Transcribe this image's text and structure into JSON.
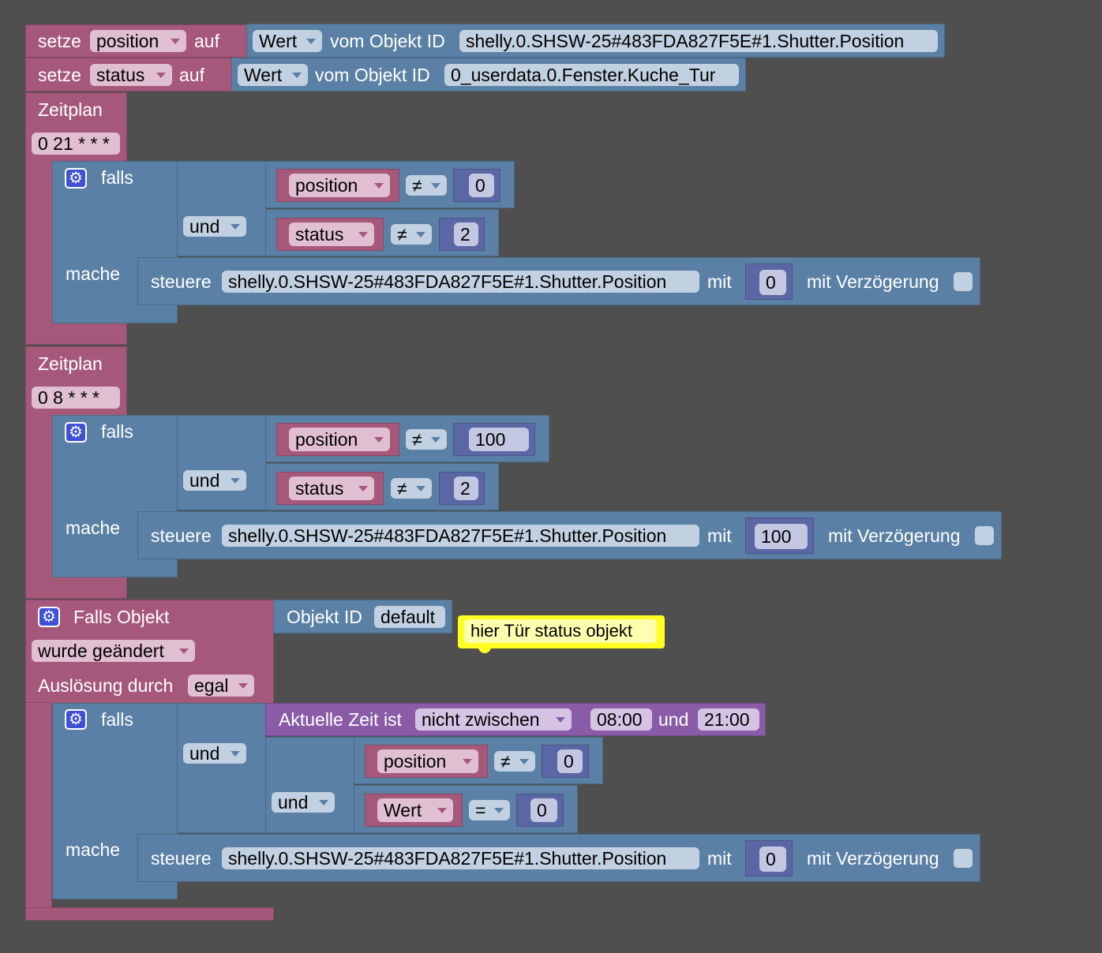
{
  "set_position": {
    "setze": "setze",
    "var": "position",
    "auf": "auf",
    "wert": "Wert",
    "vom": "vom Objekt ID",
    "oid": "shelly.0.SHSW-25#483FDA827F5E#1.Shutter.Position"
  },
  "set_status": {
    "setze": "setze",
    "var": "status",
    "auf": "auf",
    "wert": "Wert",
    "vom": "vom Objekt ID",
    "oid": "0_userdata.0.Fenster.Kuche_Tur"
  },
  "schedule1": {
    "title": "Zeitplan",
    "cron": "0 21 * * *",
    "falls": "falls",
    "mache": "mache",
    "und": "und",
    "c1": {
      "var": "position",
      "op": "≠",
      "val": "0"
    },
    "c2": {
      "var": "status",
      "op": "≠",
      "val": "2"
    },
    "action": {
      "steuere": "steuere",
      "oid": "shelly.0.SHSW-25#483FDA827F5E#1.Shutter.Position",
      "mit": "mit",
      "val": "0",
      "delay": "mit Verzögerung"
    }
  },
  "schedule2": {
    "title": "Zeitplan",
    "cron": "0 8 * * *",
    "falls": "falls",
    "mache": "mache",
    "und": "und",
    "c1": {
      "var": "position",
      "op": "≠",
      "val": "100"
    },
    "c2": {
      "var": "status",
      "op": "≠",
      "val": "2"
    },
    "action": {
      "steuere": "steuere",
      "oid": "shelly.0.SHSW-25#483FDA827F5E#1.Shutter.Position",
      "mit": "mit",
      "val": "100",
      "delay": "mit Verzögerung"
    }
  },
  "trigger": {
    "title": "Falls Objekt",
    "oid_label": "Objekt ID",
    "oid": "default",
    "comment": "hier Tür status objekt",
    "mode": "wurde geändert",
    "ausl": "Auslösung durch",
    "egal": "egal",
    "falls": "falls",
    "mache": "mache",
    "und": "und",
    "und2": "und",
    "time": {
      "label": "Aktuelle Zeit ist",
      "mode": "nicht zwischen",
      "from": "08:00",
      "und": "und",
      "to": "21:00"
    },
    "c1": {
      "var": "position",
      "op": "≠",
      "val": "0"
    },
    "c2": {
      "var": "Wert",
      "op": "=",
      "val": "0"
    },
    "action": {
      "steuere": "steuere",
      "oid": "shelly.0.SHSW-25#483FDA827F5E#1.Shutter.Position",
      "mit": "mit",
      "val": "0",
      "delay": "mit Verzögerung"
    }
  },
  "colors": {
    "background": "#4f4f4f",
    "variables": "#a5587a",
    "logic": "#5b80a5",
    "math": "#5b67a5",
    "time": "#8a5ca8",
    "comment": "#ffff22"
  }
}
